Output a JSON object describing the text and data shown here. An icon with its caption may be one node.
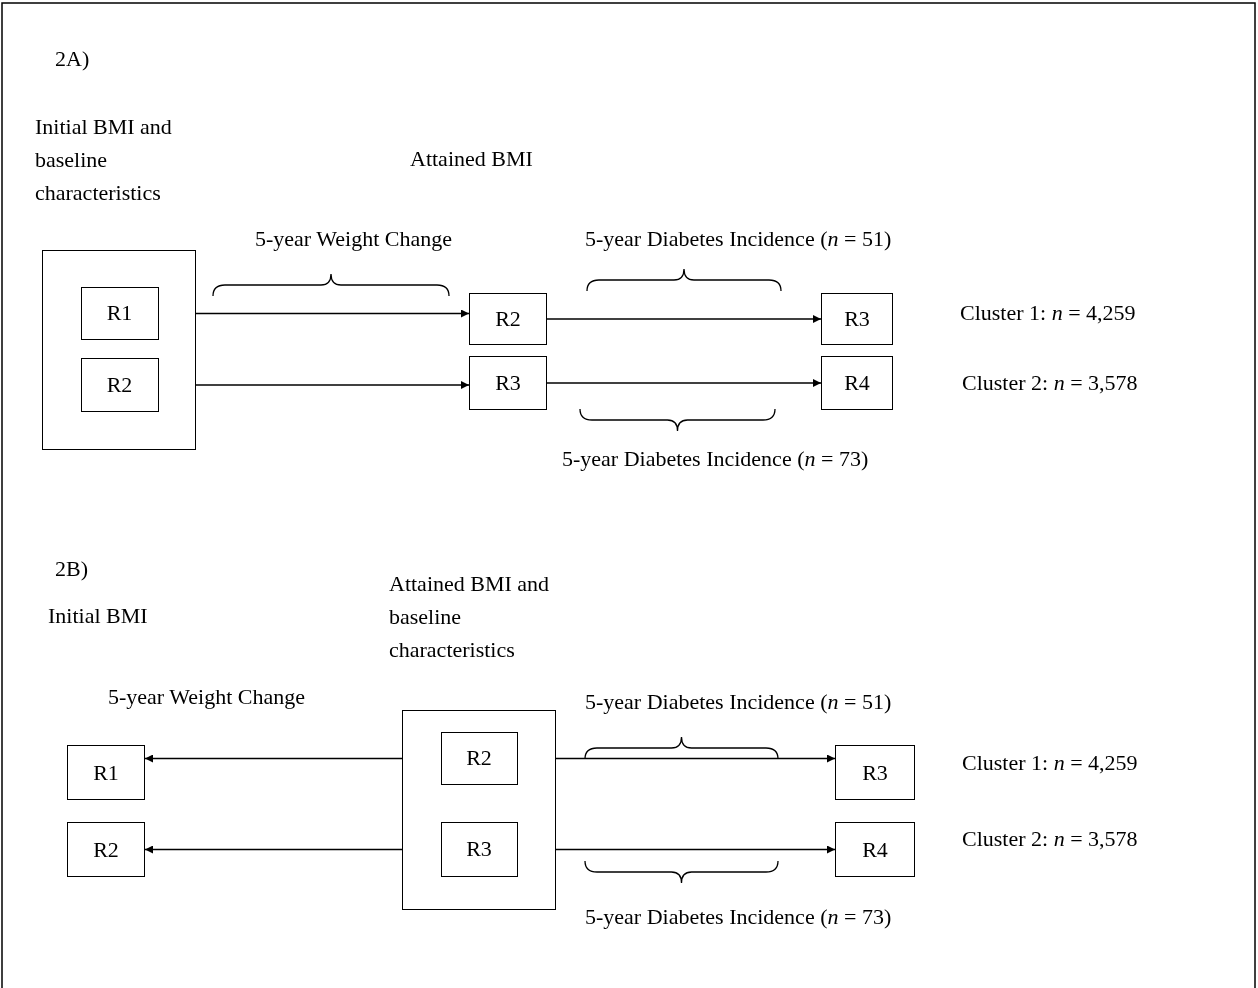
{
  "diagram": {
    "nodes": [
      {
        "text": [
          "Initial BMI and baseline characteristics"
        ]
      },
      {
        "text": [
          "R1"
        ],
        "in": 0
      },
      {
        "text": [
          "R2"
        ],
        "in": 0
      },
      {
        "text": [
          "R2"
        ]
      },
      {
        "text": [
          "R3"
        ]
      },
      {
        "text": [
          "R3"
        ]
      },
      {
        "text": [
          "R4"
        ]
      },
      {
        "text": [
          "Attained BMI and baseline characteristics"
        ]
      },
      {
        "text": [
          "R2"
        ],
        "in": 7
      },
      {
        "text": [
          "R3"
        ],
        "in": 7
      },
      {
        "text": [
          "R1"
        ]
      },
      {
        "text": [
          "R2"
        ]
      },
      {
        "text": [
          "R3"
        ]
      },
      {
        "text": [
          "R4"
        ]
      }
    ],
    "edges": [
      {
        "from": 1,
        "to": 3,
        "arrow": "to"
      },
      {
        "from": 2,
        "to": 4,
        "arrow": "to"
      },
      {
        "from": 3,
        "to": 5,
        "arrow": "to"
      },
      {
        "from": 4,
        "to": 6,
        "arrow": "to"
      },
      {
        "from": 8,
        "to": 10,
        "arrow": "to"
      },
      {
        "from": 9,
        "to": 11,
        "arrow": "to"
      },
      {
        "from": 8,
        "to": 12,
        "arrow": "to"
      },
      {
        "from": 9,
        "to": 13,
        "arrow": "to"
      }
    ],
    "labels": [
      "2A)",
      "Attained BMI",
      "5-year Weight Change",
      "5-year Diabetes Incidence (*n* = 51)",
      "Cluster 1: *n* = 4,259",
      "Cluster 2: *n* = 3,578",
      "5-year Diabetes Incidence (*n* = 73)",
      "2B)",
      "Initial BMI",
      "5-year Weight Change",
      "5-year Diabetes Incidence (*n* = 51)",
      "Cluster 1: *n* = 4,259",
      "Cluster 2: *n* = 3,578",
      "5-year Diabetes Incidence (*n* = 73)"
    ]
  }
}
